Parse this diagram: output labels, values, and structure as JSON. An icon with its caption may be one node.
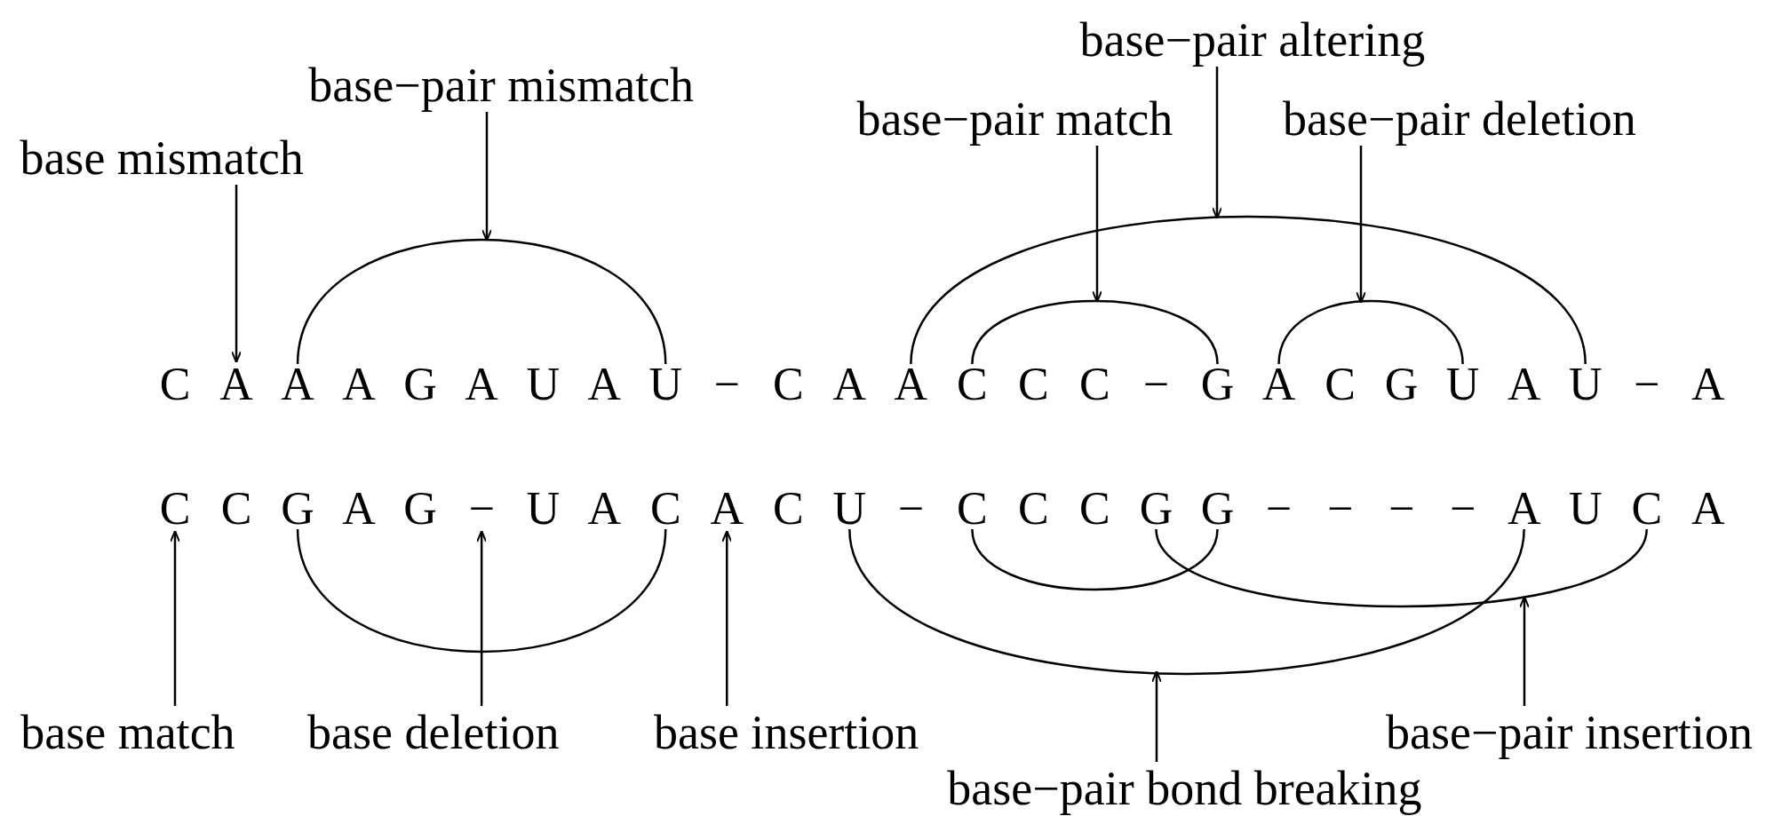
{
  "diagram": {
    "nodes": [
      {
        "text": [
          "base−pair altering"
        ]
      },
      {
        "text": [
          "base−pair mismatch"
        ]
      },
      {
        "text": [
          "base−pair match"
        ]
      },
      {
        "text": [
          "base−pair deletion"
        ]
      },
      {
        "text": [
          "base mismatch"
        ]
      },
      {
        "text": [
          "C"
        ]
      },
      {
        "text": [
          "A"
        ]
      },
      {
        "text": [
          "A"
        ]
      },
      {
        "text": [
          "A"
        ]
      },
      {
        "text": [
          "G"
        ]
      },
      {
        "text": [
          "A"
        ]
      },
      {
        "text": [
          "U"
        ]
      },
      {
        "text": [
          "A"
        ]
      },
      {
        "text": [
          "U"
        ]
      },
      {
        "text": [
          "−"
        ]
      },
      {
        "text": [
          "C"
        ]
      },
      {
        "text": [
          "A"
        ]
      },
      {
        "text": [
          "A"
        ]
      },
      {
        "text": [
          "C"
        ]
      },
      {
        "text": [
          "C"
        ]
      },
      {
        "text": [
          "C"
        ]
      },
      {
        "text": [
          "−"
        ]
      },
      {
        "text": [
          "G"
        ]
      },
      {
        "text": [
          "A"
        ]
      },
      {
        "text": [
          "C"
        ]
      },
      {
        "text": [
          "G"
        ]
      },
      {
        "text": [
          "U"
        ]
      },
      {
        "text": [
          "A"
        ]
      },
      {
        "text": [
          "U"
        ]
      },
      {
        "text": [
          "−"
        ]
      },
      {
        "text": [
          "A"
        ]
      },
      {
        "text": [
          "C"
        ]
      },
      {
        "text": [
          "C"
        ]
      },
      {
        "text": [
          "G"
        ]
      },
      {
        "text": [
          "A"
        ]
      },
      {
        "text": [
          "G"
        ]
      },
      {
        "text": [
          "−"
        ]
      },
      {
        "text": [
          "U"
        ]
      },
      {
        "text": [
          "A"
        ]
      },
      {
        "text": [
          "C"
        ]
      },
      {
        "text": [
          "A"
        ]
      },
      {
        "text": [
          "C"
        ]
      },
      {
        "text": [
          "U"
        ]
      },
      {
        "text": [
          "−"
        ]
      },
      {
        "text": [
          "C"
        ]
      },
      {
        "text": [
          "C"
        ]
      },
      {
        "text": [
          "C"
        ]
      },
      {
        "text": [
          "G"
        ]
      },
      {
        "text": [
          "G"
        ]
      },
      {
        "text": [
          "−"
        ]
      },
      {
        "text": [
          "−"
        ]
      },
      {
        "text": [
          "−"
        ]
      },
      {
        "text": [
          "−"
        ]
      },
      {
        "text": [
          "A"
        ]
      },
      {
        "text": [
          "U"
        ]
      },
      {
        "text": [
          "C"
        ]
      },
      {
        "text": [
          "A"
        ]
      },
      {
        "text": [
          "base match"
        ]
      },
      {
        "text": [
          "base deletion"
        ]
      },
      {
        "text": [
          "base insertion"
        ]
      },
      {
        "text": [
          "base−pair insertion"
        ]
      },
      {
        "text": [
          "base−pair bond breaking"
        ]
      }
    ],
    "edges": [
      {
        "from": 7,
        "to": 13,
        "arrow": "none"
      },
      {
        "from": 17,
        "to": 28,
        "arrow": "none"
      },
      {
        "from": 18,
        "to": 22,
        "arrow": "none"
      },
      {
        "from": 23,
        "to": 26,
        "arrow": "none"
      },
      {
        "from": 33,
        "to": 39,
        "arrow": "none"
      },
      {
        "from": 42,
        "to": 53,
        "arrow": "none"
      },
      {
        "from": 44,
        "to": 48,
        "arrow": "none"
      },
      {
        "from": 47,
        "to": 55,
        "arrow": "none"
      },
      {
        "from": 0,
        "to": null,
        "arrow": "to"
      },
      {
        "from": 1,
        "to": null,
        "arrow": "to"
      },
      {
        "from": 2,
        "to": null,
        "arrow": "to"
      },
      {
        "from": 3,
        "to": null,
        "arrow": "to"
      },
      {
        "from": 4,
        "to": 6,
        "arrow": "to"
      },
      {
        "from": 57,
        "to": 31,
        "arrow": "to"
      },
      {
        "from": 58,
        "to": 36,
        "arrow": "to"
      },
      {
        "from": 59,
        "to": 40,
        "arrow": "to"
      },
      {
        "from": 61,
        "to": null,
        "arrow": "to"
      },
      {
        "from": 60,
        "to": null,
        "arrow": "to"
      }
    ]
  }
}
